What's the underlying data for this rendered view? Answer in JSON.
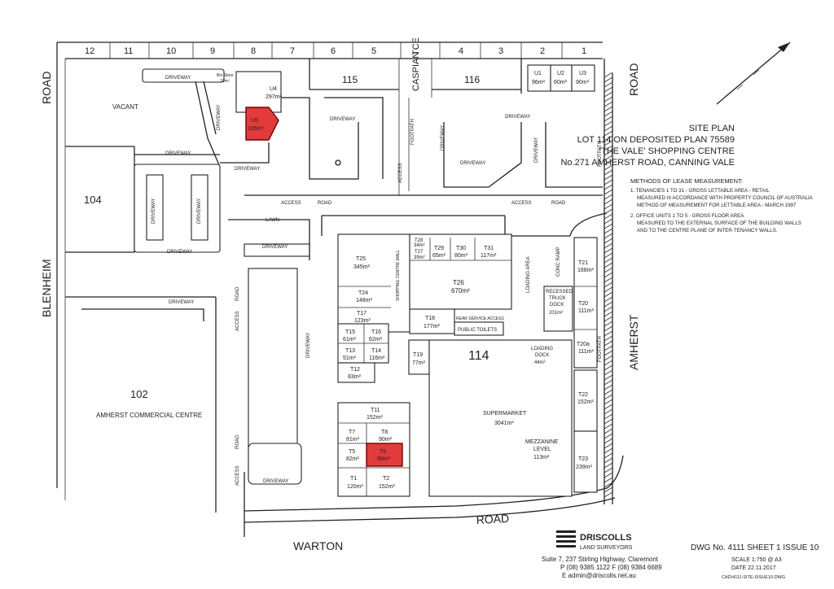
{
  "title_block": {
    "line1": "SITE PLAN",
    "line2": "LOT 114 ON DEPOSITED PLAN 75589",
    "line3": "'THE VALE' SHOPPING CENTRE",
    "line4": "No.271 AMHERST ROAD, CANNING VALE"
  },
  "methods": {
    "heading": "METHODS OF LEASE MEASUREMENT:",
    "item1_l1": "1. TENANCIES 1 TO 31 - GROSS LETTABLE AREA - RETAIL",
    "item1_l2": "MEASURED III ACCORDANCE WITH PROPERTY COUNCIL OF AUSTRALIA",
    "item1_l3": "METHOD OF MEASUREMENT FOR LETTABLE AREA - MARCH 1997",
    "item2_l1": "2. OFFICE UNITS 1 TO 5 - GROSS FLOOR AREA",
    "item2_l2": "MEASURED TO THE EXTERNAL SURFACE OF THE BUILDING WALLS",
    "item2_l3": "AND TO THE CENTRE PLANE OF INTER-TENANCY WALLS."
  },
  "company": {
    "name": "DRISCOLLS",
    "sub": "LAND SURVEYORS",
    "address": "Suite 7, 237 Stirling Highway, Claremont",
    "phone": "P (08) 9385 1122   F (08) 9384 6689",
    "email": "E  admin@driscolls.net.au"
  },
  "drawing": {
    "number": "DWG No. 4111 SHEET 1  ISSUE 10",
    "scale": "SCALE  1:750 @ A3",
    "date": "DATE   22.11.2017",
    "file": "CAD\\4111-SITE-ISSUE10.DWG"
  },
  "roads": {
    "blenheim": "BLENHEIM",
    "road_left": "ROAD",
    "amherst": "AMHERST",
    "road_right": "ROAD",
    "warton": "WARTON",
    "road_bottom": "ROAD",
    "caspian": "CASPIAN",
    "tce": "TCE"
  },
  "lots_top": [
    "12",
    "11",
    "10",
    "9",
    "8",
    "7",
    "6",
    "5",
    "4",
    "3",
    "2",
    "1"
  ],
  "lots": {
    "l115": "115",
    "l116": "116",
    "l104": "104",
    "l102": "102",
    "l114": "114",
    "vacant": "VACANT",
    "amherst_cc": "AMHERST COMMERCIAL CENTRE"
  },
  "site_labels": {
    "driveway": "DRIVEWAY",
    "access": "ACCESS",
    "road": "ROAD",
    "lawn": "LAWN",
    "footpath": "FOOTPATH",
    "bin_store": "Bin Store",
    "bin_store_area": "19m²",
    "shopping_hall": "SHOPPING CENTRE MALL",
    "loading_area": "LOADING AREA",
    "rear_service": "REAR SERVICE ACCESS",
    "public_toilets": "PUBLIC TOILETS",
    "conc_ramp": "CONC RAMP",
    "recessed_dock": "RECESSED",
    "truck": "TRUCK",
    "dock": "DOCK",
    "dock_area": "201m²",
    "loading_dock": "LOADING",
    "loading_dock2": "DOCK",
    "loading_dock_area": "44m²",
    "supermarket": "SUPERMARKET",
    "supermarket_area": "3041m²",
    "mezzanine": "MEZZANINE",
    "mezzanine2": "LEVEL",
    "mezzanine_area": "113m²"
  },
  "units": {
    "u1": {
      "name": "U1",
      "area": "96m²"
    },
    "u2": {
      "name": "U2",
      "area": "60m²"
    },
    "u3": {
      "name": "U3",
      "area": "90m²"
    },
    "u4": {
      "name": "U4",
      "area": "297m²"
    },
    "u5": {
      "name": "U5",
      "area": "105m²"
    }
  },
  "tenancies": {
    "t1": {
      "name": "T1",
      "area": "120m²"
    },
    "t2": {
      "name": "T2",
      "area": "152m²"
    },
    "t5": {
      "name": "T5",
      "area": "82m²"
    },
    "t6": {
      "name": "T6",
      "area": "90m²"
    },
    "t7": {
      "name": "T7",
      "area": "81m²"
    },
    "t8": {
      "name": "T8",
      "area": "90m²"
    },
    "t11": {
      "name": "T11",
      "area": "152m²"
    },
    "t12": {
      "name": "T12",
      "area": "83m²"
    },
    "t13": {
      "name": "T13",
      "area": "51m²"
    },
    "t14": {
      "name": "T14",
      "area": "116m²"
    },
    "t15": {
      "name": "T15",
      "area": "61m²"
    },
    "t16": {
      "name": "T16",
      "area": "62m²"
    },
    "t17": {
      "name": "T17",
      "area": "123m²"
    },
    "t18": {
      "name": "T18",
      "area": "177m²"
    },
    "t19": {
      "name": "T19",
      "area": "77m²"
    },
    "t20": {
      "name": "T20",
      "area": "111m²"
    },
    "t20a": {
      "name": "T20a",
      "area": "111m²"
    },
    "t21": {
      "name": "T21",
      "area": "168m²"
    },
    "t22": {
      "name": "T22",
      "area": "152m²"
    },
    "t23": {
      "name": "T23",
      "area": "239m²"
    },
    "t24": {
      "name": "T24",
      "area": "148m²"
    },
    "t25": {
      "name": "T25",
      "area": "345m²"
    },
    "t26": {
      "name": "T26",
      "area": "670m²"
    },
    "t27": {
      "name": "T27",
      "area": "39m²"
    },
    "t28": {
      "name": "T28",
      "area": "34m²"
    },
    "t29": {
      "name": "T29",
      "area": "65m²"
    },
    "t30": {
      "name": "T30",
      "area": "80m²"
    },
    "t31": {
      "name": "T31",
      "area": "117m²"
    }
  },
  "colors": {
    "highlight": "#e23b3b",
    "line": "#222222"
  },
  "icons": {
    "north_arrow": "north-arrow-icon",
    "logo": "driscolls-logo-icon"
  }
}
